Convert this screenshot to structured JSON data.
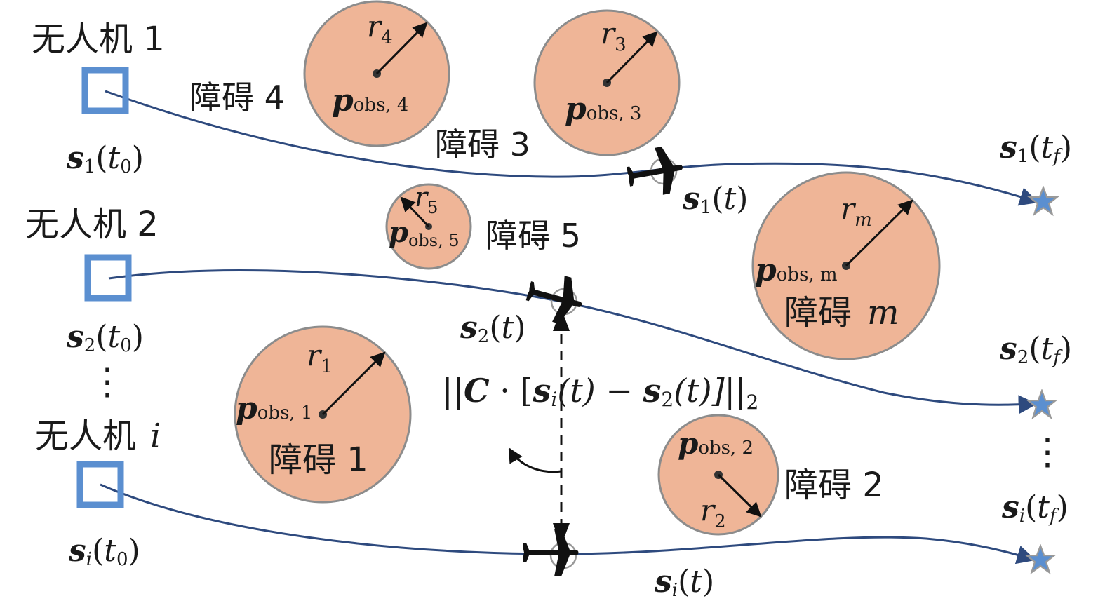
{
  "colors": {
    "obstacle_fill": "#efb597",
    "obstacle_stroke": "#8c8c8c",
    "uav_start": "#5b8fd0",
    "trajectory": "#2e4a7e",
    "goal_star": "#5b8fd0",
    "text": "#1a1a1a"
  },
  "uavs": [
    {
      "label": "无人机 1",
      "start": "s",
      "start_sub": "1",
      "start_arg_t": "t",
      "start_arg_sub": "0",
      "current": "s",
      "current_sub": "1",
      "current_arg": "t",
      "goal": "s",
      "goal_sub": "1",
      "goal_arg_t": "t",
      "goal_arg_sub": "f"
    },
    {
      "label": "无人机 2",
      "start": "s",
      "start_sub": "2",
      "start_arg_t": "t",
      "start_arg_sub": "0",
      "current": "s",
      "current_sub": "2",
      "current_arg": "t",
      "goal": "s",
      "goal_sub": "2",
      "goal_arg_t": "t",
      "goal_arg_sub": "f"
    },
    {
      "label_main": "无人机",
      "label_var": "i",
      "start": "s",
      "start_sub": "i",
      "start_arg_t": "t",
      "start_arg_sub": "0",
      "current": "s",
      "current_sub": "i",
      "current_arg": "t",
      "goal": "s",
      "goal_sub": "i",
      "goal_arg_t": "t",
      "goal_arg_sub": "f"
    }
  ],
  "obstacles": [
    {
      "name": "障碍 1",
      "p": "p",
      "p_sub": "obs, 1",
      "r": "r",
      "r_sub": "1"
    },
    {
      "name": "障碍 2",
      "p": "p",
      "p_sub": "obs, 2",
      "r": "r",
      "r_sub": "2"
    },
    {
      "name": "障碍 3",
      "p": "p",
      "p_sub": "obs, 3",
      "r": "r",
      "r_sub": "3"
    },
    {
      "name": "障碍 4",
      "p": "p",
      "p_sub": "obs, 4",
      "r": "r",
      "r_sub": "4"
    },
    {
      "name": "障碍 5",
      "p": "p",
      "p_sub": "obs, 5",
      "r": "r",
      "r_sub": "5"
    },
    {
      "name_main": "障碍",
      "name_var": "m",
      "p": "p",
      "p_sub": "obs, m",
      "r": "r",
      "r_sub": "m"
    }
  ],
  "distance_formula": {
    "open": "||",
    "C": "C",
    "dot": " · [",
    "s_i": "s",
    "s_i_sub": "i",
    "arg_i": "(t) − ",
    "s_2": "s",
    "s_2_sub": "2",
    "arg_2": "(t)]||",
    "norm_sub": "2"
  },
  "ellipsis": "⋮"
}
